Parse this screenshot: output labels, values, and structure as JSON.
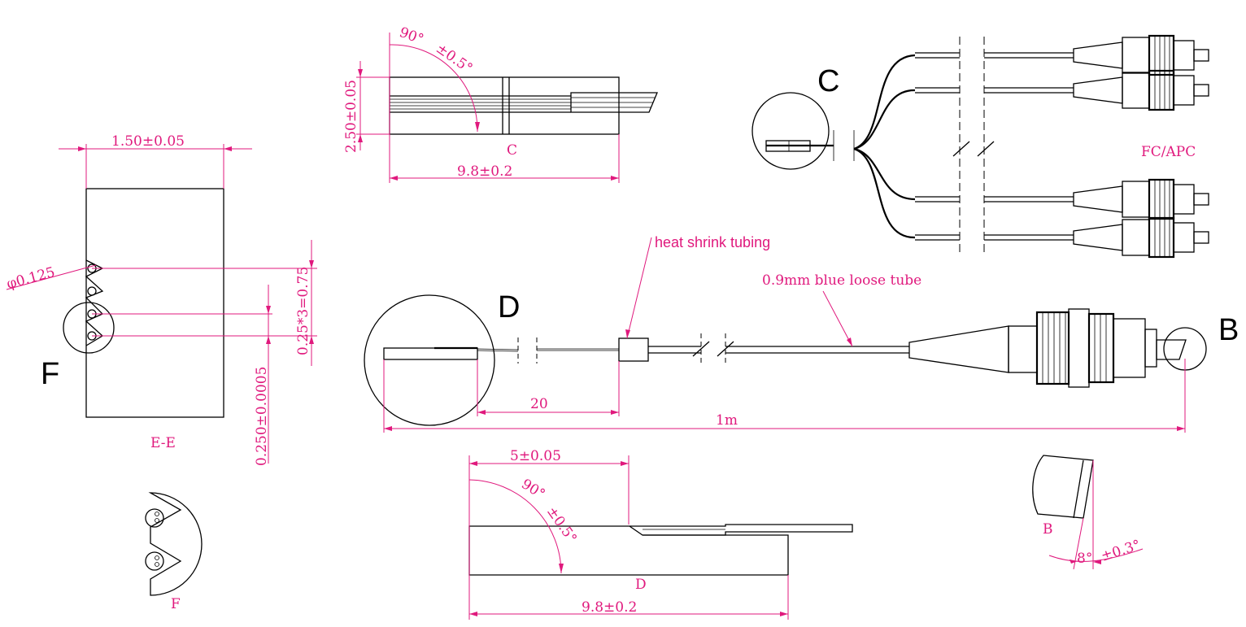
{
  "colors": {
    "line": "#000000",
    "dimension": "#e0197d"
  },
  "labels": {
    "view_c_dim_angle": "90°",
    "view_c_dim_tol": "±0.5°",
    "view_c_dim_height": "2.50±0.05",
    "view_c_caption": "C",
    "view_c_dim_length": "9.8±0.2",
    "ee_dim_width": "1.50±0.05",
    "ee_dim_fiber": "φ0.125",
    "ee_dim_pitch": "0.25*3=0.75",
    "ee_dim_depth": "0.250±0.0005",
    "ee_caption": "E-E",
    "letter_f": "F",
    "letter_c": "C",
    "fc_apc": "FC/APC",
    "heat_shrink": "heat shrink tubing",
    "loose_tube": "0.9mm blue loose tube",
    "letter_d": "D",
    "letter_b": "B",
    "dim_20": "20",
    "dim_1m": "1m",
    "view_d_dim_top": "5±0.05",
    "view_d_dim_angle": "90°",
    "view_d_dim_tol": "±0.5°",
    "view_d_caption": "D",
    "view_d_dim_length": "9.8±0.2",
    "view_b_caption": "B",
    "view_b_angle": "8°",
    "view_b_tol": "±0.3°",
    "view_f_caption": "F"
  }
}
